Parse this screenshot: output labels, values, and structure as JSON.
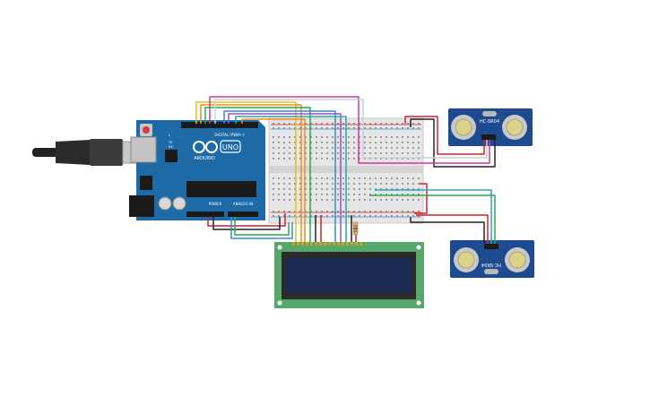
{
  "arduino": {
    "brand": "ARDUINO",
    "model": "UNO",
    "digital_header": "DIGITAL (PWM~)",
    "power_label": "POWER",
    "analog_label": "ANALOG IN",
    "tx_label": "TX",
    "rx_label": "RX",
    "l_label": "L"
  },
  "sensors": [
    {
      "label": "HC-SR04"
    },
    {
      "label": "HC-SR04"
    }
  ],
  "colors": {
    "arduino": "#1d6aa6",
    "breadboard": "#e6e6e6",
    "sensor": "#1e4b8f",
    "lcd_pcb": "#57a66a",
    "lcd_screen": "#1c2b52",
    "wire_red": "#d0202a",
    "wire_black": "#222222",
    "wire_green": "#2aa84a",
    "wire_blue": "#2f8fd0",
    "wire_yellow": "#e1c21a",
    "wire_orange": "#ef8f23",
    "wire_purple": "#9b4fc7",
    "wire_magenta": "#c43c9a",
    "wire_teal": "#2aa6a6",
    "wire_grey": "#9a9a9a"
  }
}
